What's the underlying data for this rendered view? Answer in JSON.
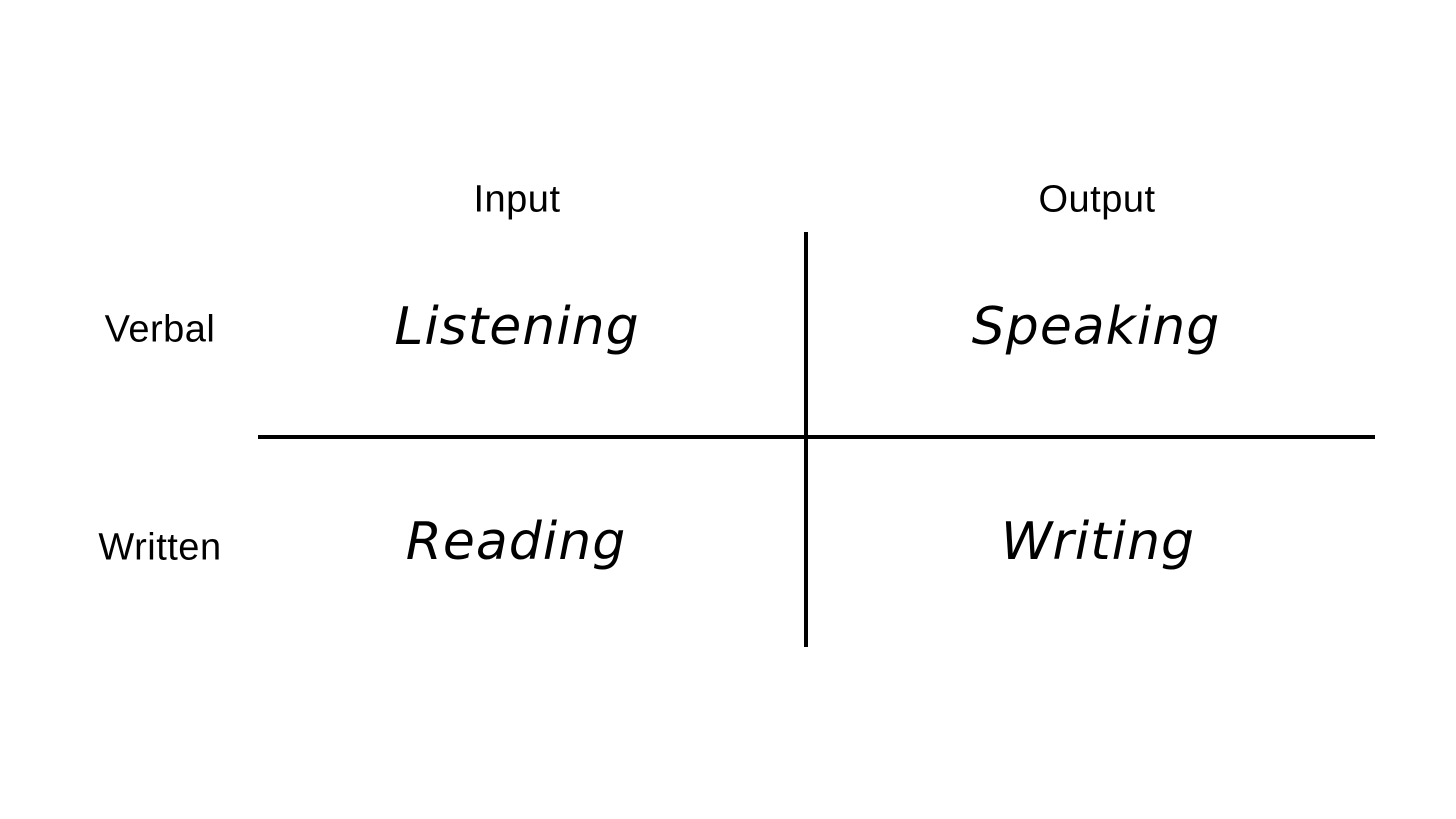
{
  "diagram": {
    "type": "2x2-matrix",
    "columns": [
      {
        "label": "Input"
      },
      {
        "label": "Output"
      }
    ],
    "rows": [
      {
        "label": "Verbal"
      },
      {
        "label": "Written"
      }
    ],
    "cells": [
      {
        "row": "Verbal",
        "column": "Input",
        "label": "Listening"
      },
      {
        "row": "Verbal",
        "column": "Output",
        "label": "Speaking"
      },
      {
        "row": "Written",
        "column": "Input",
        "label": "Reading"
      },
      {
        "row": "Written",
        "column": "Output",
        "label": "Writing"
      }
    ],
    "colors": {
      "background": "#ffffff",
      "text": "#000000",
      "line": "#000000"
    }
  }
}
